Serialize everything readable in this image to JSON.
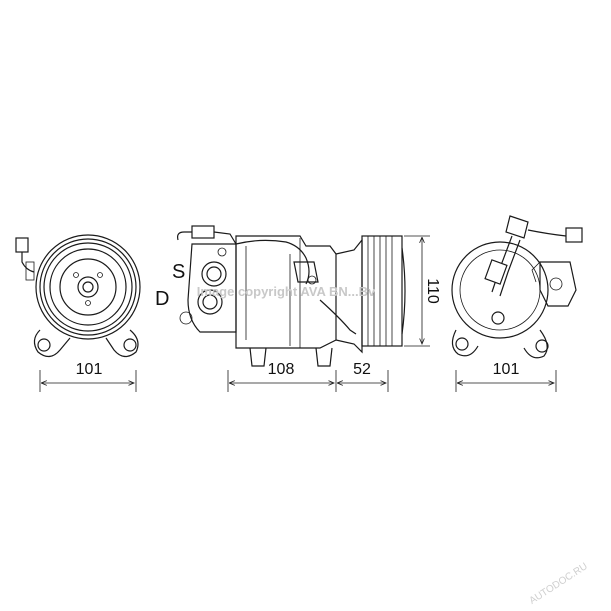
{
  "dimensions": {
    "front_width": "101",
    "body_length": "108",
    "pulley_length": "52",
    "height": "110",
    "rear_width": "101"
  },
  "ports": {
    "suction": "S",
    "discharge": "D"
  },
  "watermark": {
    "text": "Image copyright AVA BN...Bv",
    "corner": "AUTODOC.RU"
  },
  "colors": {
    "line": "#1a1a1a",
    "background": "#ffffff",
    "watermark": "#c8c8c8"
  }
}
